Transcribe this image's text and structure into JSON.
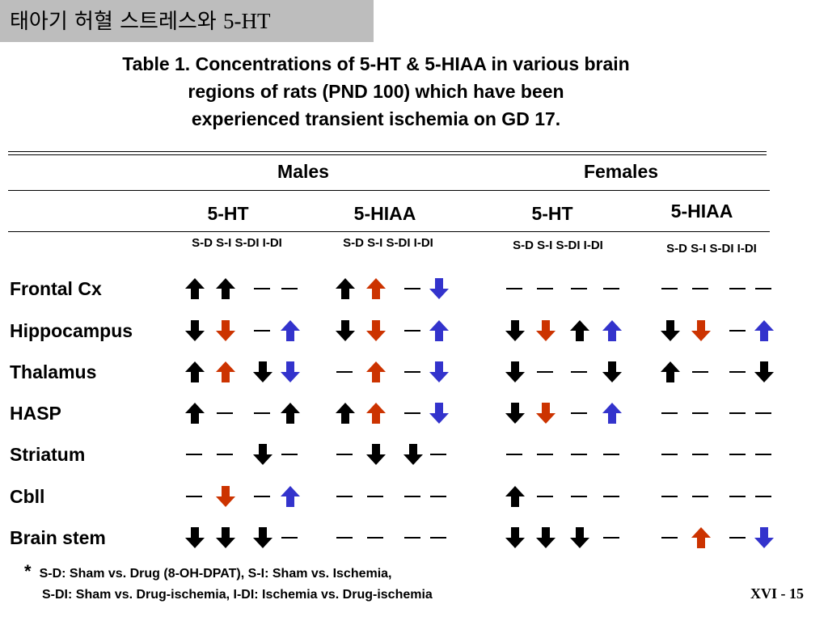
{
  "header": {
    "title_korean": "태아기 허혈 스트레스와",
    "title_suffix": "5-HT"
  },
  "table_title": [
    "Table 1. Concentrations of 5-HT & 5-HIAA in various brain",
    "regions of rats (PND 100) which have been",
    "experienced transient ischemia on GD 17."
  ],
  "groups": {
    "males": "Males",
    "females": "Females"
  },
  "measures": [
    "5-HT",
    "5-HIAA",
    "5-HT",
    "5-HIAA"
  ],
  "comparison_labels": [
    "S-D S-I  S-DI I-DI",
    "S-D S-I  S-DI I-DI",
    "S-D S-I  S-DI I-DI",
    "S-D S-I  S-DI I-DI"
  ],
  "colors": {
    "black": "#000000",
    "red": "#cc3300",
    "blue": "#3333cc",
    "header_bg": "#bdbdbd"
  },
  "rows": [
    {
      "label": "Frontal Cx",
      "values": [
        "up-black",
        "up-black",
        "dash",
        "dash",
        "up-black",
        "up-red",
        "dash",
        "down-blue",
        "dash",
        "dash",
        "dash",
        "dash",
        "dash",
        "dash",
        "dash",
        "dash"
      ]
    },
    {
      "label": "Hippocampus",
      "values": [
        "down-black",
        "down-red",
        "dash",
        "up-blue",
        "down-black",
        "down-red",
        "dash",
        "up-blue",
        "down-black",
        "down-red",
        "up-black",
        "up-blue",
        "down-black",
        "down-red",
        "dash",
        "up-blue"
      ]
    },
    {
      "label": "Thalamus",
      "values": [
        "up-black",
        "up-red",
        "down-black",
        "down-blue",
        "dash",
        "up-red",
        "dash",
        "down-blue",
        "down-black",
        "dash",
        "dash",
        "down-black",
        "up-black",
        "dash",
        "dash",
        "down-black"
      ]
    },
    {
      "label": "HASP",
      "values": [
        "up-black",
        "dash",
        "dash",
        "up-black",
        "up-black",
        "up-red",
        "dash",
        "down-blue",
        "down-black",
        "down-red",
        "dash",
        "up-blue",
        "dash",
        "dash",
        "dash",
        "dash"
      ]
    },
    {
      "label": "Striatum",
      "values": [
        "dash",
        "dash",
        "down-black",
        "dash",
        "dash",
        "down-black",
        "down-black",
        "dash",
        "dash",
        "dash",
        "dash",
        "dash",
        "dash",
        "dash",
        "dash",
        "dash"
      ]
    },
    {
      "label": "Cbll",
      "values": [
        "dash",
        "down-red",
        "dash",
        "up-blue",
        "dash",
        "dash",
        "dash",
        "dash",
        "up-black",
        "dash",
        "dash",
        "dash",
        "dash",
        "dash",
        "dash",
        "dash"
      ]
    },
    {
      "label": "Brain stem",
      "values": [
        "down-black",
        "down-black",
        "down-black",
        "dash",
        "dash",
        "dash",
        "dash",
        "dash",
        "down-black",
        "down-black",
        "down-black",
        "dash",
        "dash",
        "up-red",
        "dash",
        "down-blue"
      ]
    }
  ],
  "footnote": {
    "star": "*",
    "line1": "S-D: Sham vs. Drug (8-OH-DPAT),  S-I: Sham vs. Ischemia,",
    "line2": "S-DI: Sham vs. Drug-ischemia,  I-DI: Ischemia vs. Drug-ischemia"
  },
  "page_number": "XVI - 15"
}
